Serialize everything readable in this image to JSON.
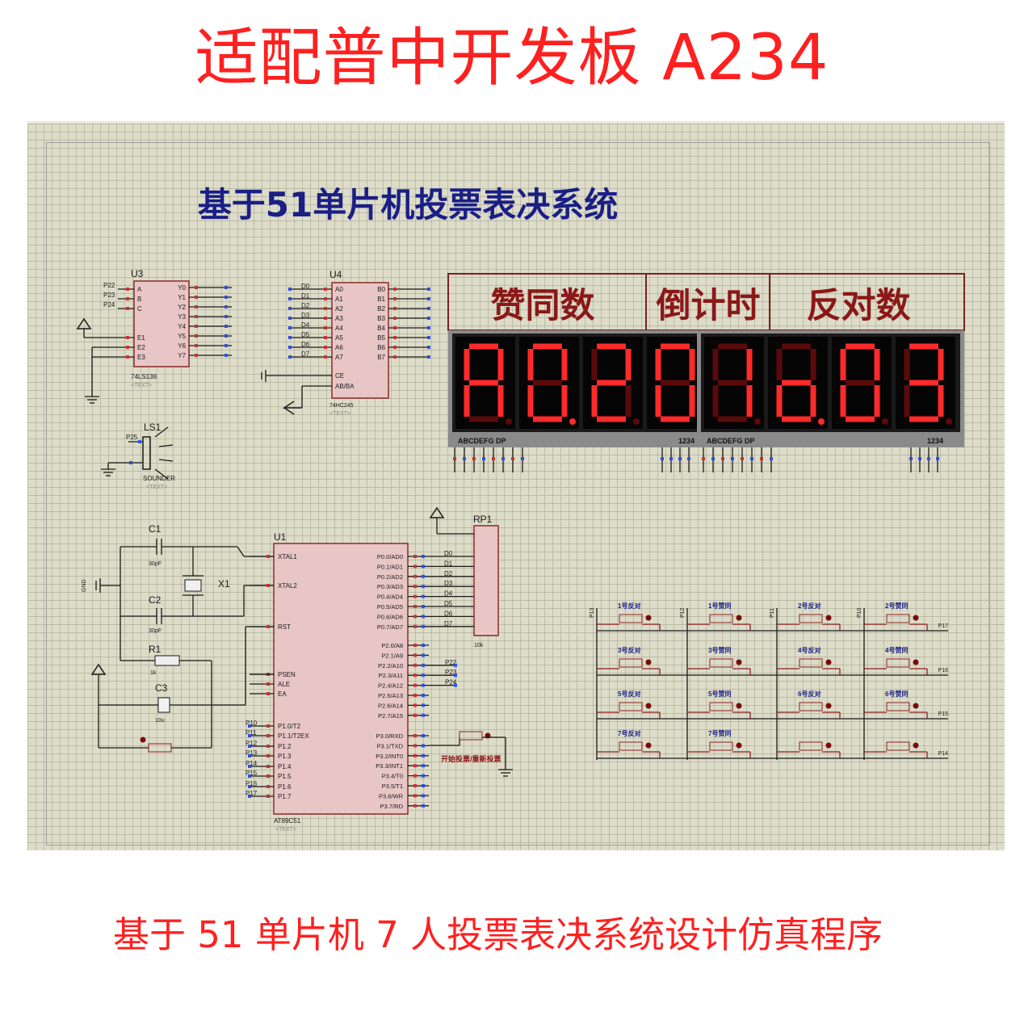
{
  "header": {
    "title": "适配普中开发板 A234"
  },
  "footer": {
    "caption": "基于 51 单片机 7 人投票表决系统设计仿真程序"
  },
  "schematic": {
    "title": "基于51单片机投票表决系统",
    "display": {
      "labels": [
        "赞同数",
        "倒计时",
        "反对数"
      ],
      "left_digits": "A020",
      "right_digits": "1o03",
      "left_dots": [
        false,
        true,
        false,
        false
      ],
      "right_dots": [
        false,
        true,
        false,
        false
      ],
      "segment_legend": "ABCDEFG  DP",
      "digit_legend": "1234",
      "segment_color": "#ff2a2a",
      "off_color": "#5a0a0a"
    },
    "u3": {
      "ref": "U3",
      "part": "74LS138",
      "text": "<TEXT>",
      "pins_left": [
        "A",
        "B",
        "C",
        "E1",
        "E2",
        "E3"
      ],
      "pins_right": [
        "Y0",
        "Y1",
        "Y2",
        "Y3",
        "Y4",
        "Y5",
        "Y6",
        "Y7"
      ],
      "inputs": [
        "P22",
        "P23",
        "P24"
      ]
    },
    "u4": {
      "ref": "U4",
      "part": "74HC245",
      "text": "<TEXT>",
      "pins_left": [
        "A0",
        "A1",
        "A2",
        "A3",
        "A4",
        "A5",
        "A6",
        "A7"
      ],
      "pins_right": [
        "B0",
        "B1",
        "B2",
        "B3",
        "B4",
        "B5",
        "B6",
        "B7"
      ],
      "ctrl": [
        "CE",
        "AB/BA"
      ],
      "nets_left": [
        "D0",
        "D1",
        "D2",
        "D3",
        "D4",
        "D5",
        "D6",
        "D7"
      ]
    },
    "ls1": {
      "ref": "LS1",
      "part": "SOUNDER",
      "text": "<TEXT>",
      "net": "P25"
    },
    "c1": {
      "ref": "C1",
      "value": "30pF"
    },
    "c2": {
      "ref": "C2",
      "value": "30pF"
    },
    "c3": {
      "ref": "C3",
      "value": "10u"
    },
    "r1": {
      "ref": "R1",
      "value": "1k"
    },
    "x1": {
      "ref": "X1"
    },
    "gnd": "GND",
    "rp1": {
      "ref": "RP1",
      "value": "10k"
    },
    "u1": {
      "ref": "U1",
      "part": "AT89C51",
      "text": "<TEXT>",
      "pins_left": [
        "XTAL1",
        "XTAL2",
        "RST",
        "PSEN",
        "ALE",
        "EA",
        "P1.0/T2",
        "P1.1/T2EX",
        "P1.2",
        "P1.3",
        "P1.4",
        "P1.5",
        "P1.6",
        "P1.7"
      ],
      "pins_right": [
        "P0.0/AD0",
        "P0.1/AD1",
        "P0.2/AD2",
        "P0.3/AD3",
        "P0.4/AD4",
        "P0.5/AD5",
        "P0.6/AD6",
        "P0.7/AD7",
        "P2.0/A8",
        "P2.1/A9",
        "P2.2/A10",
        "P2.3/A11",
        "P2.4/A12",
        "P2.5/A13",
        "P2.6/A14",
        "P2.7/A15",
        "P3.0/RXD",
        "P3.1/TXD",
        "P3.2/INT0",
        "P3.3/INT1",
        "P3.4/T0",
        "P3.5/T1",
        "P3.6/WR",
        "P3.7/RD"
      ],
      "p1_nets": [
        "P10",
        "P11",
        "P12",
        "P13",
        "P14",
        "P15",
        "P16",
        "P17"
      ],
      "p2_nets": [
        "P22",
        "P23",
        "P24"
      ]
    },
    "start_button": "开始投票/重新投票",
    "keypad": {
      "rows": [
        [
          "1号反对",
          "1号赞同",
          "2号反对",
          "2号赞同"
        ],
        [
          "3号反对",
          "3号赞同",
          "4号反对",
          "4号赞同"
        ],
        [
          "5号反对",
          "5号赞同",
          "6号反对",
          "6号赞同"
        ],
        [
          "7号反对",
          "7号赞同",
          "",
          ""
        ]
      ],
      "col_nets": [
        "P13",
        "P12",
        "P11",
        "P10"
      ],
      "row_nets": [
        "P17",
        "P16",
        "P15",
        "P14"
      ]
    }
  }
}
